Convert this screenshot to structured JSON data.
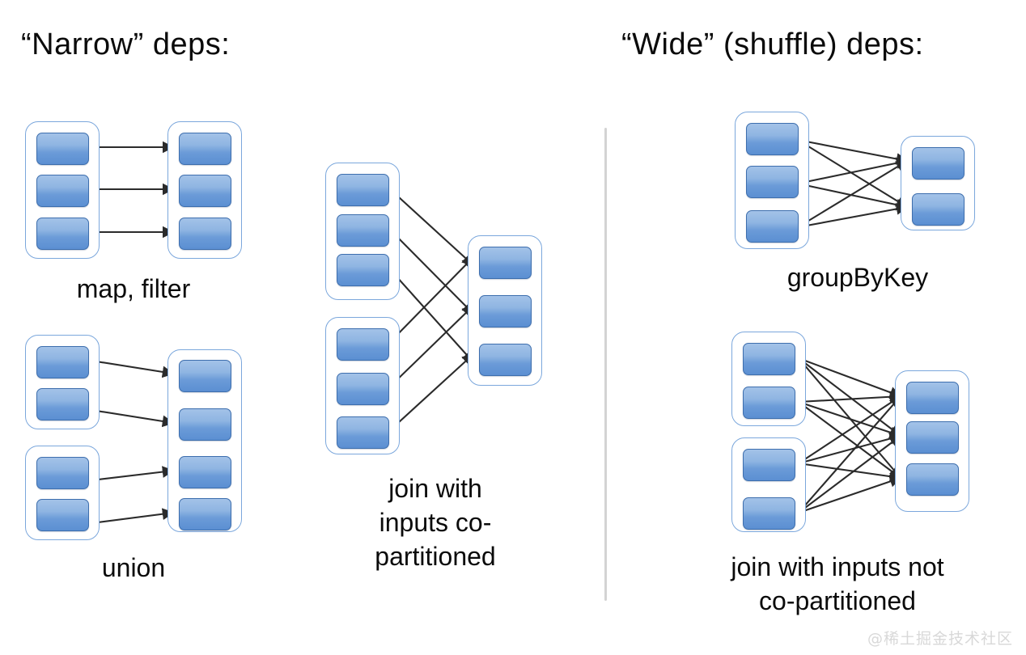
{
  "titles": {
    "narrow": "“Narrow” deps:",
    "wide": "“Wide” (shuffle) deps:"
  },
  "captions": {
    "map_filter": "map, filter",
    "union": "union",
    "join_co_partitioned": "join with\ninputs co-\npartitioned",
    "group_by_key": "groupByKey",
    "join_not_co_partitioned": "join with inputs not\nco-partitioned"
  },
  "watermark": "@稀土掘金技术社区",
  "colors": {
    "partition_fill_top": "#a3c2e8",
    "partition_fill_bottom": "#5b8fd2",
    "partition_border": "#3d6ead",
    "rdd_border": "#7ba7dc",
    "edge": "#2b2b2b",
    "divider": "#d3d3d3",
    "background": "#ffffff",
    "text": "#0b0b0b",
    "watermark": "#d8d8d8"
  },
  "chart_data": {
    "type": "diagram",
    "title": "Spark RDD narrow vs wide (shuffle) dependencies",
    "groups": [
      {
        "name": "map, filter",
        "category": "narrow",
        "source_rdds": [
          {
            "partitions": 3
          }
        ],
        "target_rdds": [
          {
            "partitions": 3
          }
        ],
        "edges": "one-to-one: 3 arrows"
      },
      {
        "name": "union",
        "category": "narrow",
        "source_rdds": [
          {
            "partitions": 2
          },
          {
            "partitions": 2
          }
        ],
        "target_rdds": [
          {
            "partitions": 4
          }
        ],
        "edges": "one-to-one: 4 arrows"
      },
      {
        "name": "join with inputs co-partitioned",
        "category": "narrow",
        "source_rdds": [
          {
            "partitions": 3
          },
          {
            "partitions": 3
          }
        ],
        "target_rdds": [
          {
            "partitions": 3
          }
        ],
        "edges": "co-partitioned: 6 arrows, 2 into each output partition"
      },
      {
        "name": "groupByKey",
        "category": "wide",
        "source_rdds": [
          {
            "partitions": 3
          }
        ],
        "target_rdds": [
          {
            "partitions": 2
          }
        ],
        "edges": "all-to-all: 6 arrows"
      },
      {
        "name": "join with inputs not co-partitioned",
        "category": "wide",
        "source_rdds": [
          {
            "partitions": 2
          },
          {
            "partitions": 2
          }
        ],
        "target_rdds": [
          {
            "partitions": 3
          }
        ],
        "edges": "all-to-all: 12 arrows"
      }
    ]
  }
}
